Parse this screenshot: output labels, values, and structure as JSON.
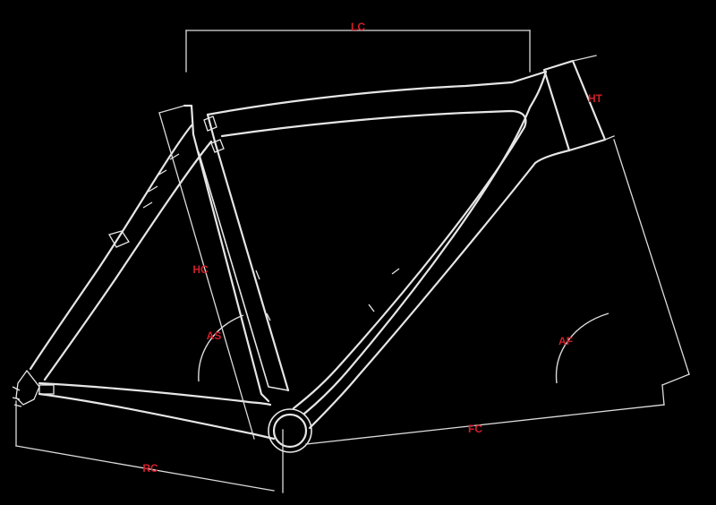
{
  "colors": {
    "background": "#000000",
    "lines": "#e6e6e6",
    "labels": "#d0202a"
  },
  "labels": {
    "lc": "LC",
    "ht": "HT",
    "hc": "HC",
    "as": "AS",
    "af": "AF",
    "fc": "FC",
    "rc": "RC"
  }
}
